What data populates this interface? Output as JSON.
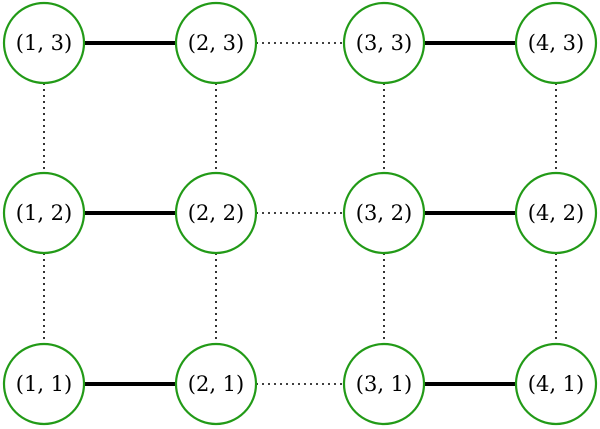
{
  "colors": {
    "node_stroke": "#229a17",
    "edge": "#000000",
    "background": "#ffffff"
  },
  "nodes": [
    {
      "id": "n13",
      "label": "(1, 3)"
    },
    {
      "id": "n23",
      "label": "(2, 3)"
    },
    {
      "id": "n33",
      "label": "(3, 3)"
    },
    {
      "id": "n43",
      "label": "(4, 3)"
    },
    {
      "id": "n12",
      "label": "(1, 2)"
    },
    {
      "id": "n22",
      "label": "(2, 2)"
    },
    {
      "id": "n32",
      "label": "(3, 2)"
    },
    {
      "id": "n42",
      "label": "(4, 2)"
    },
    {
      "id": "n11",
      "label": "(1, 1)"
    },
    {
      "id": "n21",
      "label": "(2, 1)"
    },
    {
      "id": "n31",
      "label": "(3, 1)"
    },
    {
      "id": "n41",
      "label": "(4, 1)"
    }
  ],
  "edges": [
    {
      "from": "(1, 3)",
      "to": "(2, 3)",
      "style": "solid"
    },
    {
      "from": "(2, 3)",
      "to": "(3, 3)",
      "style": "dotted"
    },
    {
      "from": "(3, 3)",
      "to": "(4, 3)",
      "style": "solid"
    },
    {
      "from": "(1, 2)",
      "to": "(2, 2)",
      "style": "solid"
    },
    {
      "from": "(2, 2)",
      "to": "(3, 2)",
      "style": "dotted"
    },
    {
      "from": "(3, 2)",
      "to": "(4, 2)",
      "style": "solid"
    },
    {
      "from": "(1, 1)",
      "to": "(2, 1)",
      "style": "solid"
    },
    {
      "from": "(2, 1)",
      "to": "(3, 1)",
      "style": "dotted"
    },
    {
      "from": "(3, 1)",
      "to": "(4, 1)",
      "style": "solid"
    },
    {
      "from": "(1, 3)",
      "to": "(1, 2)",
      "style": "dotted"
    },
    {
      "from": "(1, 2)",
      "to": "(1, 1)",
      "style": "dotted"
    },
    {
      "from": "(2, 3)",
      "to": "(2, 2)",
      "style": "dotted"
    },
    {
      "from": "(2, 2)",
      "to": "(2, 1)",
      "style": "dotted"
    },
    {
      "from": "(3, 3)",
      "to": "(3, 2)",
      "style": "dotted"
    },
    {
      "from": "(3, 2)",
      "to": "(3, 1)",
      "style": "dotted"
    },
    {
      "from": "(4, 3)",
      "to": "(4, 2)",
      "style": "dotted"
    },
    {
      "from": "(4, 2)",
      "to": "(4, 1)",
      "style": "dotted"
    }
  ]
}
